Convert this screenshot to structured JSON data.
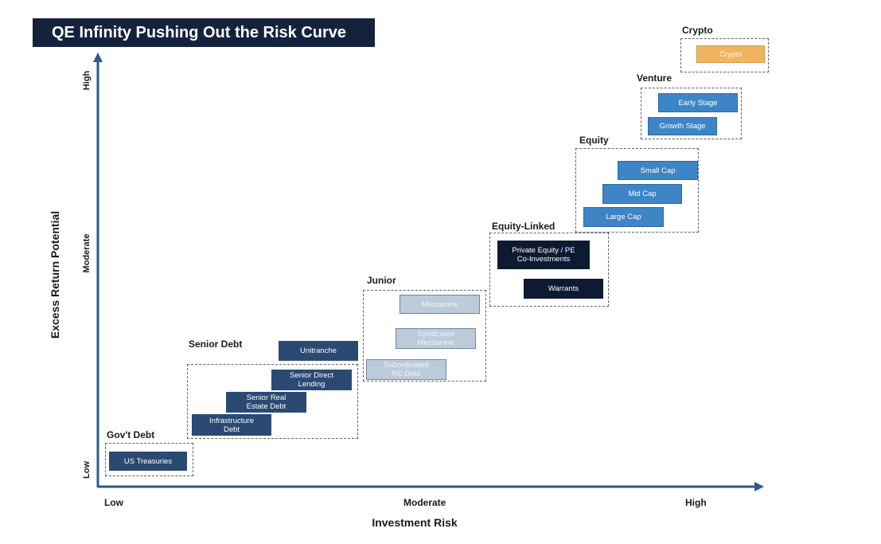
{
  "title": "QE Infinity Pushing Out the Risk Curve",
  "y_axis": {
    "label": "Excess Return Potential",
    "ticks": [
      "High",
      "Moderate",
      "Low"
    ]
  },
  "x_axis": {
    "label": "Investment Risk",
    "ticks": [
      "Low",
      "Moderate",
      "High"
    ]
  },
  "colors": {
    "navy": "#2a4a73",
    "dark": "#0c1a32",
    "light": "#bccbda",
    "blue": "#3d85c6",
    "orange": "#f0b560",
    "axis": "#2d5a8c"
  },
  "groups": {
    "govt": {
      "label": "Gov't Debt",
      "items": [
        "US Treasuries"
      ]
    },
    "senior": {
      "label": "Senior Debt",
      "items": [
        "Unitranche",
        "Senior Direct\nLending",
        "Senior Real\nEstate Debt",
        "Infrastructure\nDebt"
      ]
    },
    "junior": {
      "label": "Junior",
      "items": [
        "Mezzanine",
        "Syndicated\nMezzanine",
        "Subordinated\nRE Debt"
      ]
    },
    "equity_linked": {
      "label": "Equity-Linked",
      "items": [
        "Private Equity / PE\nCo-Investments",
        "Warrants"
      ]
    },
    "equity": {
      "label": "Equity",
      "items": [
        "Small Cap",
        "Mid Cap",
        "Large Cap"
      ]
    },
    "venture": {
      "label": "Venture",
      "items": [
        "Early Stage",
        "Growth Stage"
      ]
    },
    "crypto": {
      "label": "Crypto",
      "items": [
        "Crypto"
      ]
    }
  }
}
